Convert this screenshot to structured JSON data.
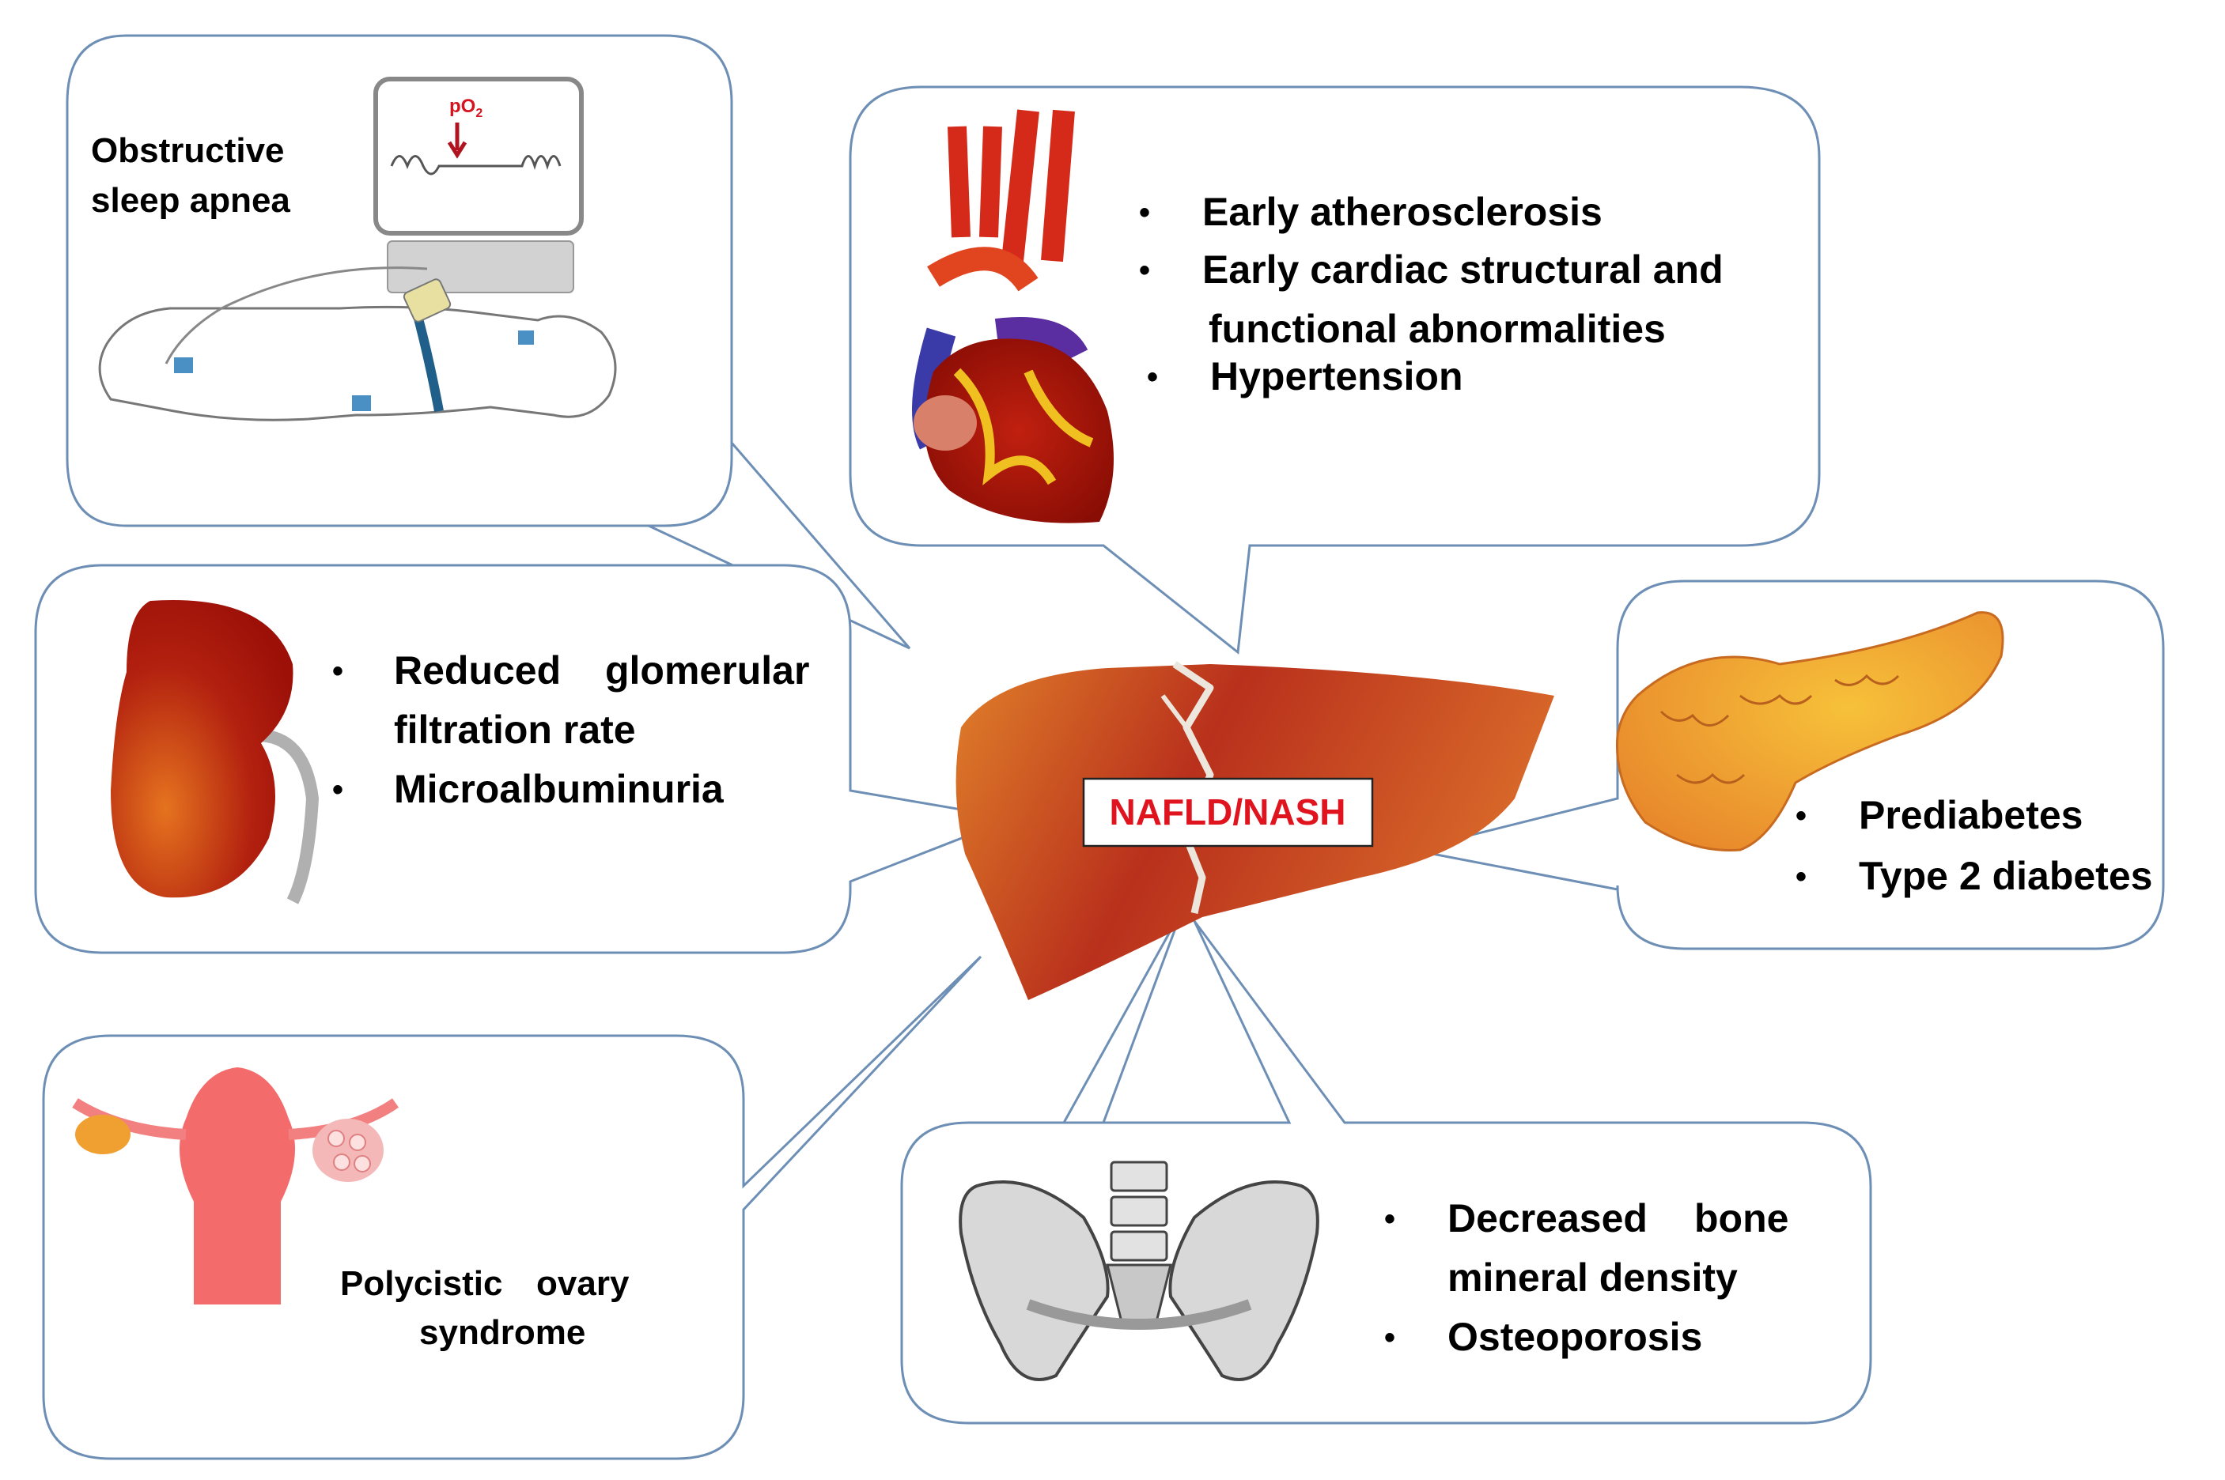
{
  "center": {
    "label": "NAFLD/NASH"
  },
  "sleep_apnea": {
    "title_line1": "Obstructive",
    "title_line2": "sleep apnea",
    "monitor_label": "pO",
    "monitor_subscript": "2"
  },
  "cardio": {
    "items": [
      "Early atherosclerosis",
      "Early cardiac structural and",
      "functional abnormalities",
      "Hypertension"
    ]
  },
  "kidney": {
    "items": [
      "Reduced",
      "glomerular",
      "filtration rate",
      "Microalbuminuria"
    ]
  },
  "pancreas": {
    "items": [
      "Prediabetes",
      "Type 2 diabetes"
    ]
  },
  "pcos": {
    "title_line1a": "Polycistic",
    "title_line1b": "ovary",
    "title_line2": "syndrome"
  },
  "bone": {
    "items": [
      "Decreased",
      "bone",
      "mineral density",
      "Osteoporosis"
    ]
  },
  "bullet": "•",
  "colors": {
    "box_border": "#6e8fb5",
    "accent_red": "#e0141e",
    "liver": "#b8281a"
  }
}
